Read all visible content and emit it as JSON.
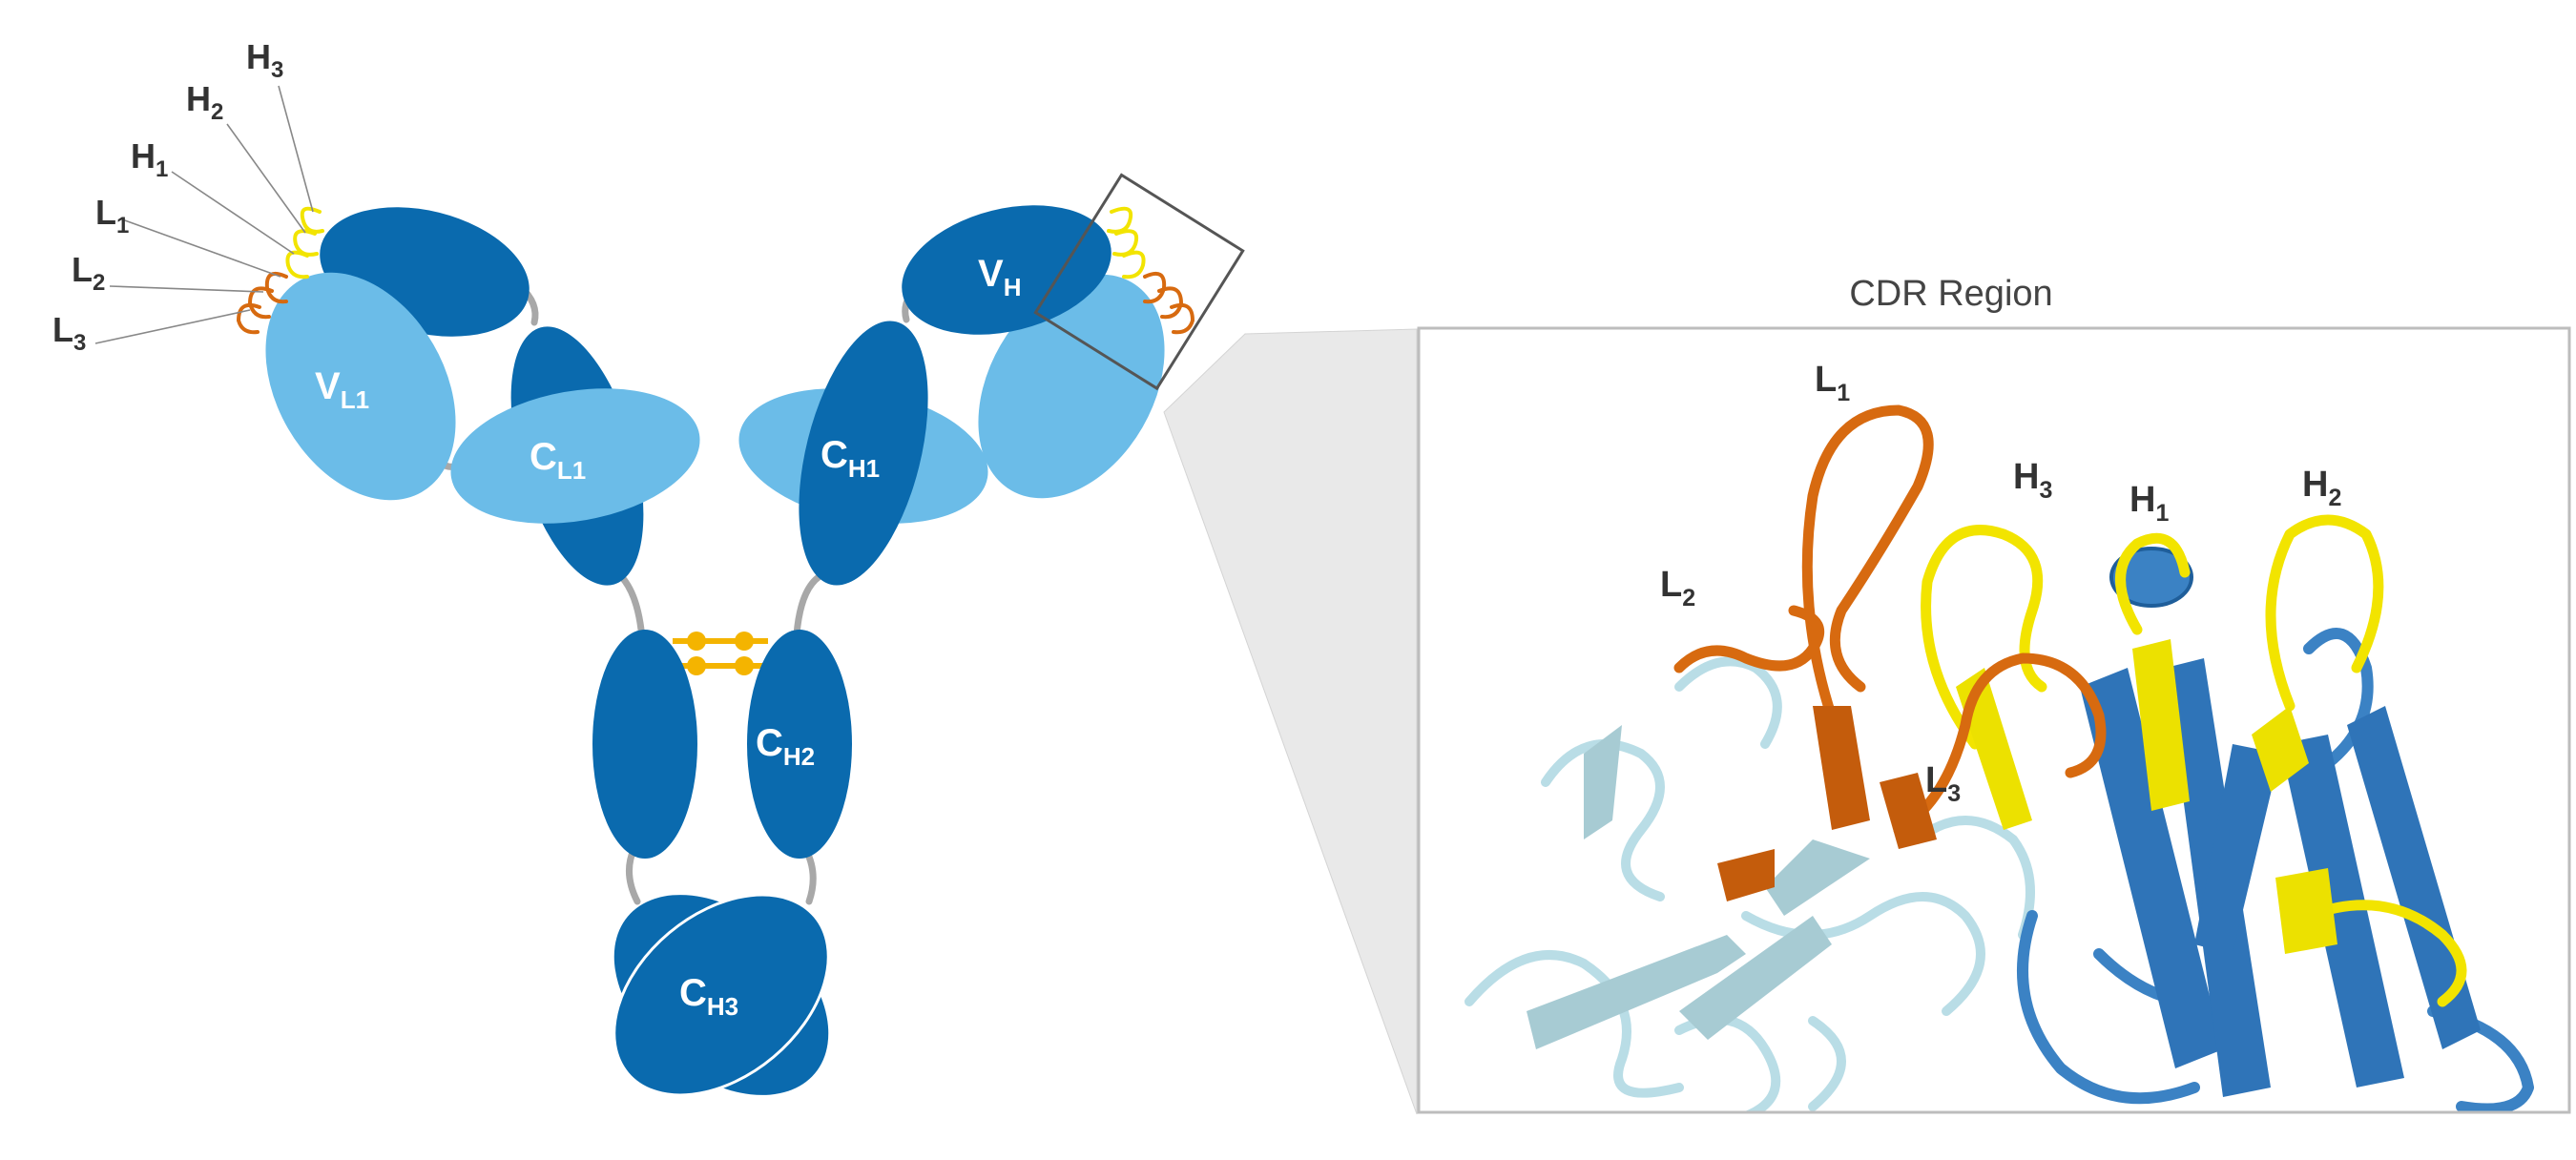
{
  "antibody": {
    "domain_labels": {
      "vl1": {
        "main": "V",
        "sub": "L1"
      },
      "cl1": {
        "main": "C",
        "sub": "L1"
      },
      "ch1": {
        "main": "C",
        "sub": "H1"
      },
      "vh": {
        "main": "V",
        "sub": "H"
      },
      "ch2": {
        "main": "C",
        "sub": "H2"
      },
      "ch3": {
        "main": "C",
        "sub": "H3"
      }
    },
    "loop_labels": [
      {
        "main": "H",
        "sub": "3"
      },
      {
        "main": "H",
        "sub": "2"
      },
      {
        "main": "H",
        "sub": "1"
      },
      {
        "main": "L",
        "sub": "1"
      },
      {
        "main": "L",
        "sub": "2"
      },
      {
        "main": "L",
        "sub": "3"
      }
    ]
  },
  "cdr_panel": {
    "title": "CDR Region",
    "loop_labels": {
      "l1": {
        "main": "L",
        "sub": "1"
      },
      "l2": {
        "main": "L",
        "sub": "2"
      },
      "l3": {
        "main": "L",
        "sub": "3"
      },
      "h1": {
        "main": "H",
        "sub": "1"
      },
      "h2": {
        "main": "H",
        "sub": "2"
      },
      "h3": {
        "main": "H",
        "sub": "3"
      }
    }
  },
  "colors": {
    "heavy_chain": "#0a6aae",
    "light_chain": "#6bbce8",
    "heavy_cdr": "#f2e400",
    "light_cdr": "#d76a10",
    "disulfide": "#f4b400",
    "hinge": "#a8a8a8",
    "ribbon_light": "#b9dde6",
    "ribbon_heavy": "#3b82c4"
  }
}
